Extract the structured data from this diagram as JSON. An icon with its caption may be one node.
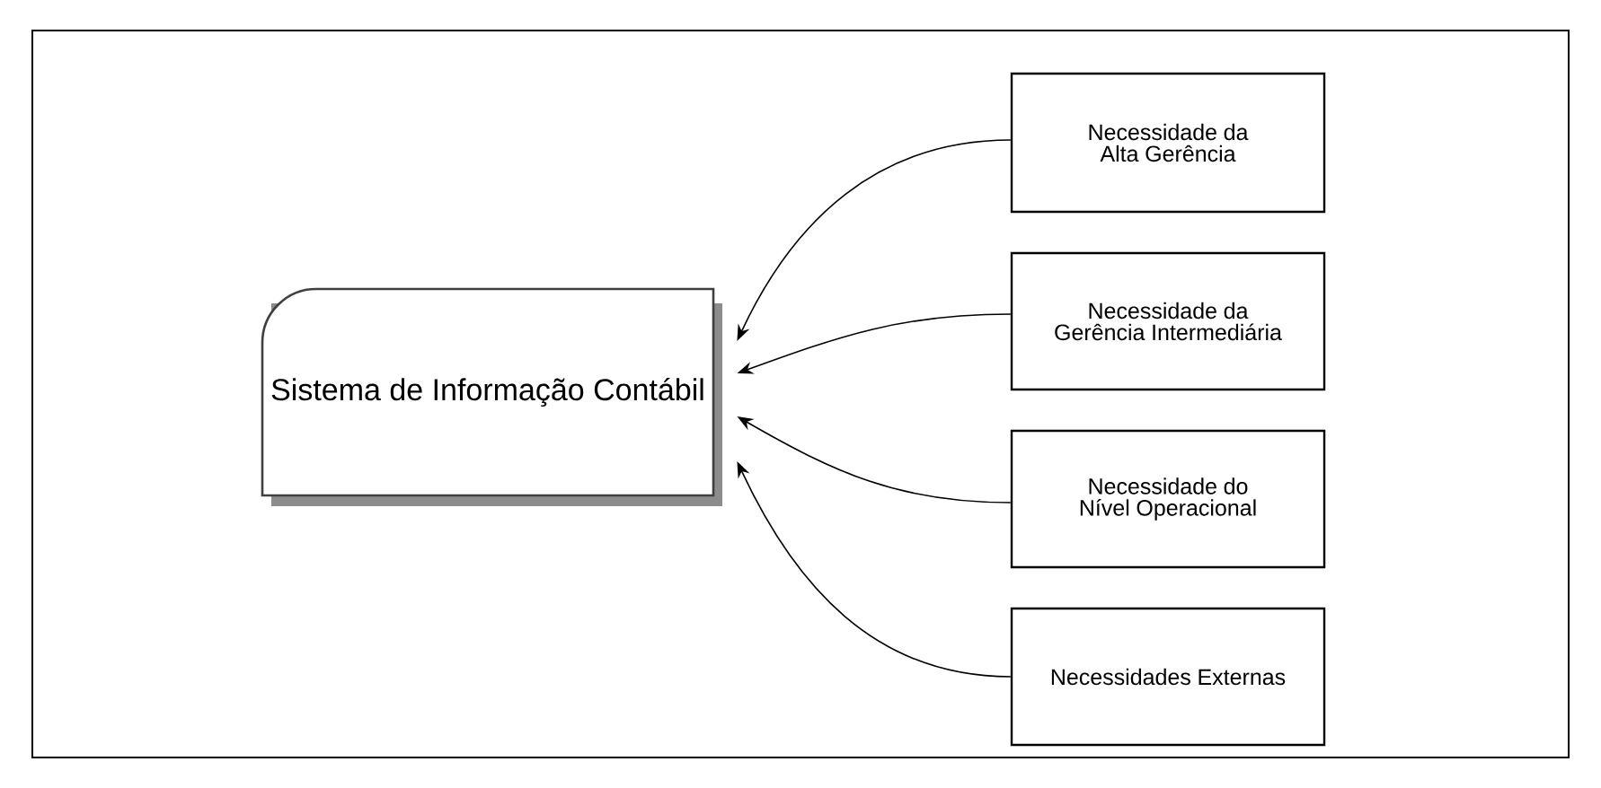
{
  "diagram": {
    "nodes": [
      {
        "text": [
          "Sistema de Informação Contábil"
        ]
      },
      {
        "text": [
          "Necessidade da Alta Gerência"
        ]
      },
      {
        "text": [
          "Necessidade da Gerência Intermediária"
        ]
      },
      {
        "text": [
          "Necessidade do Nível Operacional"
        ]
      },
      {
        "text": [
          "Necessidades Externas"
        ]
      }
    ],
    "edges": [
      {
        "from": 1,
        "to": 0,
        "arrow": "to"
      },
      {
        "from": 2,
        "to": 0,
        "arrow": "to"
      },
      {
        "from": 3,
        "to": 0,
        "arrow": "to"
      },
      {
        "from": 4,
        "to": 0,
        "arrow": "to"
      }
    ]
  }
}
